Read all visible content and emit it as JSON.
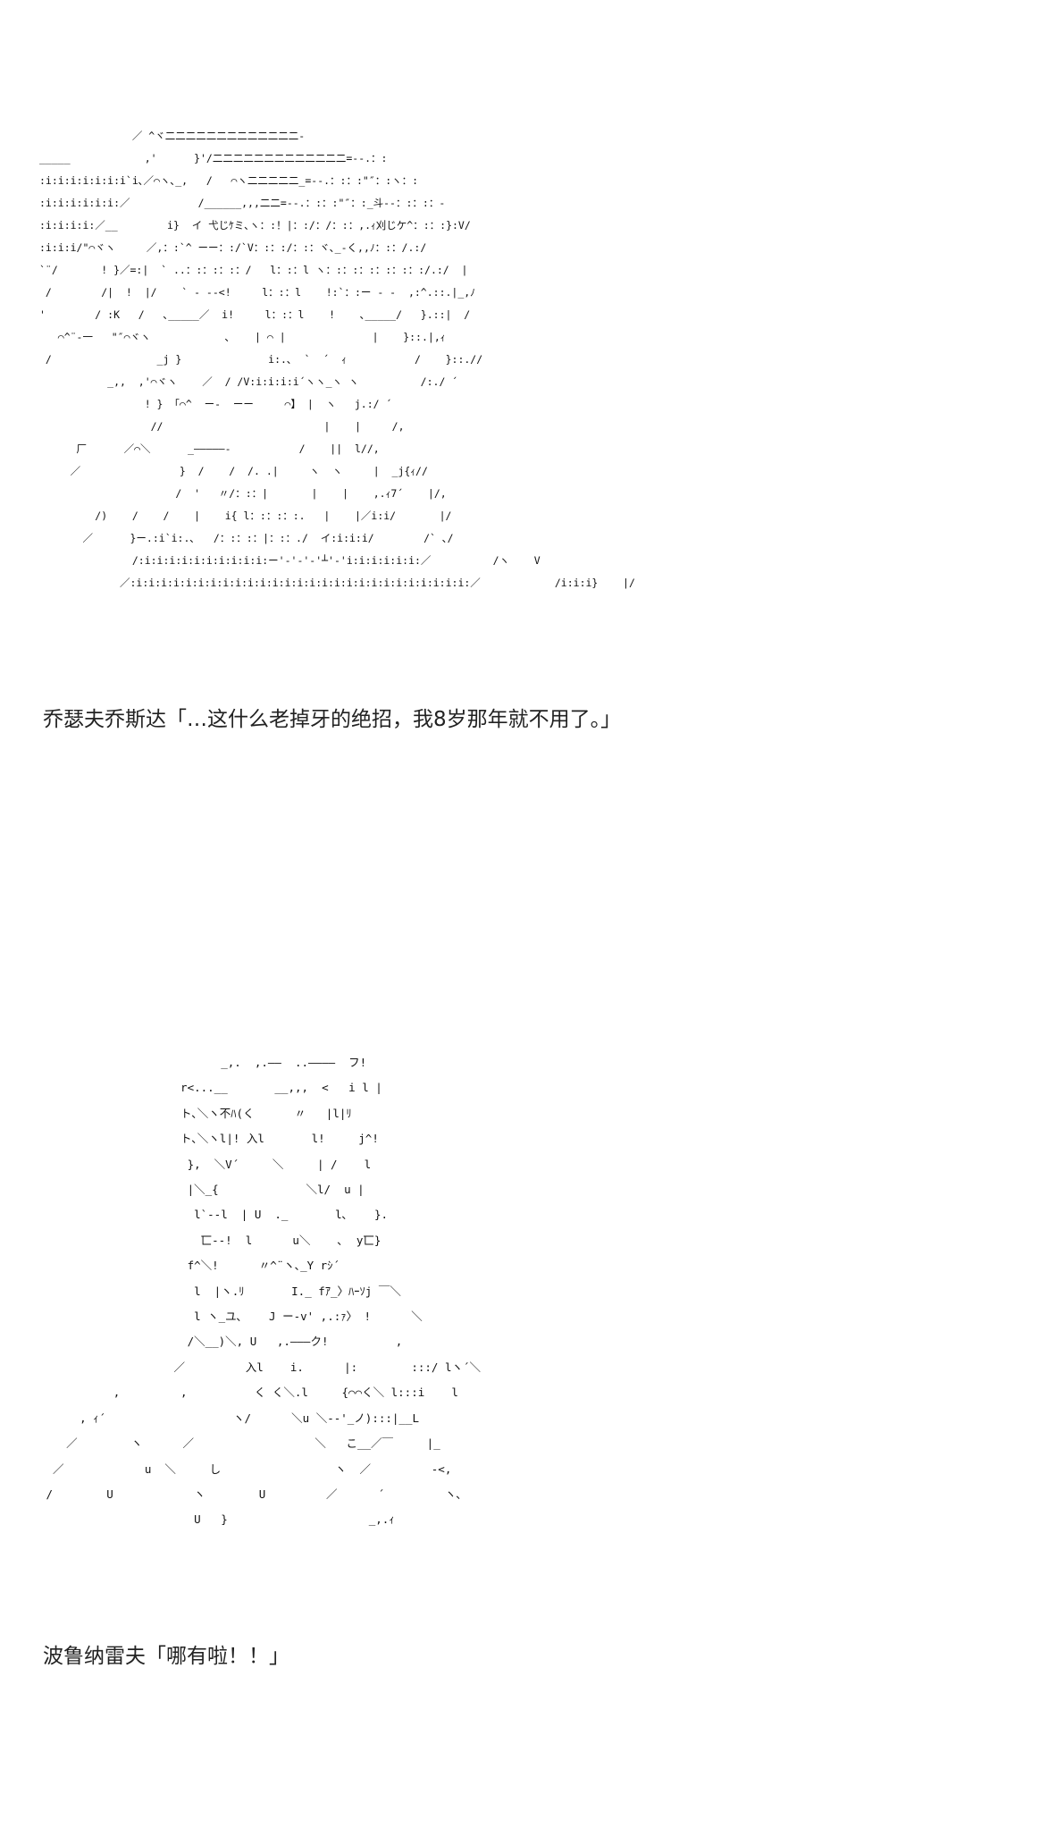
{
  "panels": [
    {
      "ascii_art": "               ／ ^ヾ二二二二二二二二二二二二二-\n_____            ,'      }'/二二二二二二二二二二二二二=--.：:\n:i:i:i:i:i:i:i`i､／⌒ヽ､_,   /   ⌒ヽ二二二二二_=--.：:：:\"″：:ヽ：:\n:i:i:i:i:i:i:／           /______,,,二二=--.：:：:\"″：:_斗--：:：:：-\n:i:i:i:i:／__        i}  イ 弋じｹミ､ヽ：:！|：:/：/：:：,.ｨ刈じケ^：:：:}:V/\n:i:i:i/\"⌒ヾヽ     ／,：:`^ ーー：:/`V：:：:/：:：ヾ､_-く,,ﾉ：:：/.:/\n`¨/       ! }／=:|  ` ..：:：:：:：/   l：:：l ヽ：:：:：:：:：:：:/.:/  |\n /        /|  !  |/    ` - --<!     l：:：l    !:`：:ー - -  ,:^.::.|_,ﾉ\n'        / :K   /   ､_____／  i!     l：:：l    !    ､_____/   }.::|  /\n   ⌒^¨‐一   \"″⌒ヾヽ            ､    | ⌒ |              |    }::.|,ｨ\n /                 _j }              i:.､  `  ´  ｨ           /    }::.//\n           _,,  ,'⌒ヾヽ    ／  / /V:i:i:i:i´ヽヽ_ヽ ヽ          /:./ ´\n                 ! } 「⌒^  ー-  ーー     ⌒】 |  ヽ   j.:/ ´\n                  //                          |    |     /,\n      厂      ／⌒＼      _―――――-           /    ||  l//,\n     ／                }  /    /  /. .|     ヽ  ヽ     |  _j{ｨ//\n                      /  '   〃/：:：|       |    |    ,.ｨ7´    |/,\n         /)    /    /    |    i{ l：:：:：:.   |    |／i:i/       |/\n       ／      }ー.:i`i:.､   /：:：:：|：:：./  イ:i:i:i/        /` ､/\n               /:i:i:i:i:i:i:i:i:i:i:ー'-'-'-'┴'-'i:i:i:i:i:i:／          /ヽ    V\n             ／:i:i:i:i:i:i:i:i:i:i:i:i:i:i:i:i:i:i:i:i:i:i:i:i:i:i:i:／            /i:i:i}    |/",
      "dialogue": "乔瑟夫乔斯达「…这什么老掉牙的绝招，我8岁那年就不用了。」"
    },
    {
      "ascii_art": "                           _,.  ,.――  ..――――  フ!\n                     r<...__       __,,,  <   i l |\n                     ト､＼ヽ不ﾊ(く      〃   |l|ﾘ\n                     ト､＼ヽl|! 入l       l!     j^!\n                      },  ＼V´     ＼     | /    l\n                      |＼_{             ＼l/  u |\n                       l`--l  | U  ._       l､    }.\n                        匸--!  l      u＼    ､  y匸}\n                      f^＼!      〃^¨ヽ､_Y rｼ´\n                       l  |ヽ.ﾘ       I._ fｱ_〉ﾊｰｿj ￣＼\n                       l ヽ_ユ､    J ー-v' ,.:ｧ〉 !      ＼\n                      /＼__)＼, U   ,.―――ク!          ,\n                    ／         入l    i.      |:        :::/ lヽ´＼\n           ,         ,          く く＼.l     {⌒⌒く＼ l:::i    l\n      , ｨ´                   ヽ/      ＼u ＼--'_ノ):::|__L\n    ／        ヽ      ／                  ＼   こ__／￣     |_\n  ／            u  ＼     し                 ヽ  ／         -<,\n /        U            ヽ        U         ／      ´         ヽ､\n                       U   }                     _,.ｨ",
      "dialogue": "波鲁纳雷夫「哪有啦！！」"
    }
  ]
}
